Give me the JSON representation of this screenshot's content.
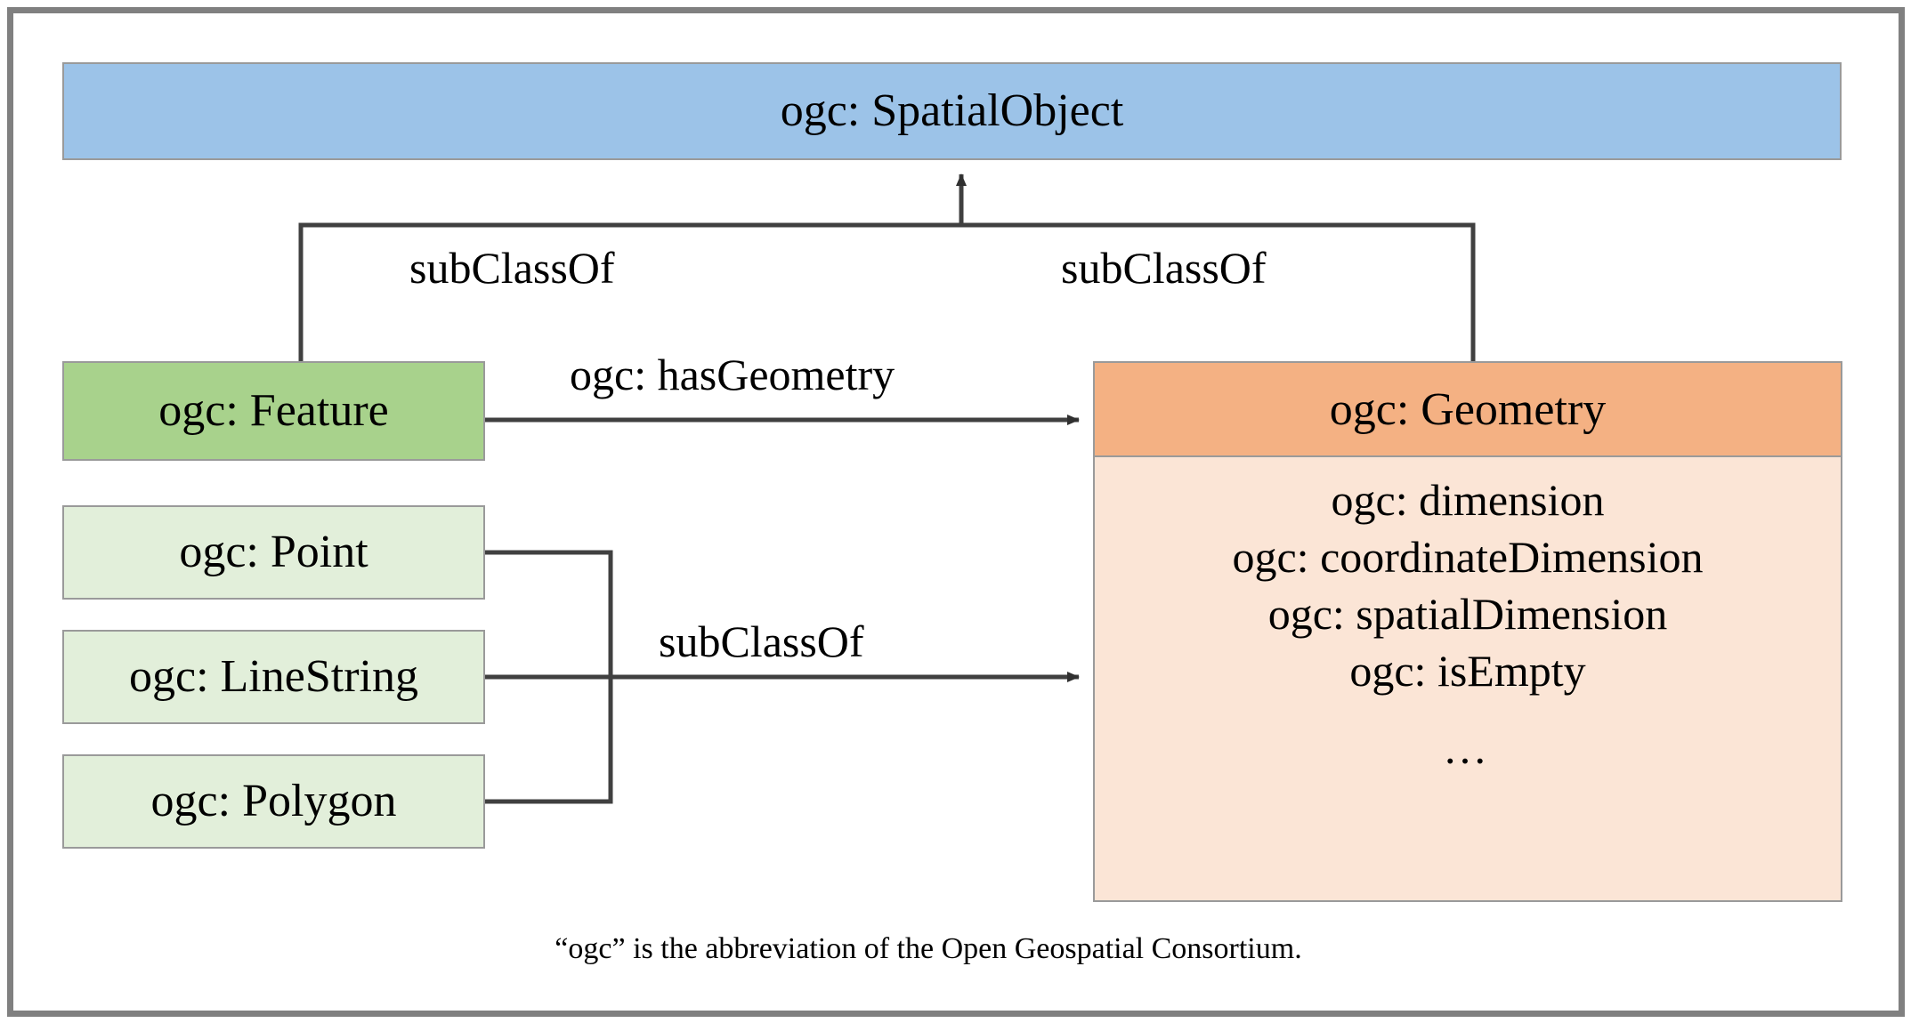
{
  "diagram": {
    "title_note": "“ogc” is the abbreviation of the Open Geospatial Consortium.",
    "colors": {
      "spatial_object_fill": "#9CC3E8",
      "feature_fill": "#A8D28C",
      "subtype_fill": "#E2EFDA",
      "geometry_header_fill": "#F4B183",
      "geometry_body_fill": "#FBE5D6",
      "border": "#9A9A9A",
      "frame": "#808080",
      "edge": "#404040",
      "text": "#000000"
    },
    "nodes": {
      "spatial_object": {
        "label": "ogc: SpatialObject"
      },
      "feature": {
        "label": "ogc: Feature"
      },
      "point": {
        "label": "ogc: Point"
      },
      "linestring": {
        "label": "ogc: LineString"
      },
      "polygon": {
        "label": "ogc: Polygon"
      },
      "geometry": {
        "label": "ogc: Geometry",
        "properties": [
          "ogc: dimension",
          "ogc: coordinateDimension",
          "ogc: spatialDimension",
          "ogc: isEmpty"
        ],
        "ellipsis": "…"
      }
    },
    "edges": {
      "feature_subclassof": {
        "label": "subClassOf",
        "from": "ogc: Feature",
        "to": "ogc: SpatialObject"
      },
      "geometry_subclassof": {
        "label": "subClassOf",
        "from": "ogc: Geometry",
        "to": "ogc: SpatialObject"
      },
      "has_geometry": {
        "label": "ogc: hasGeometry",
        "from": "ogc: Feature",
        "to": "ogc: Geometry"
      },
      "subtypes_subclassof": {
        "label": "subClassOf",
        "from": "ogc: Point / ogc: LineString / ogc: Polygon",
        "to": "ogc: Geometry"
      }
    }
  }
}
